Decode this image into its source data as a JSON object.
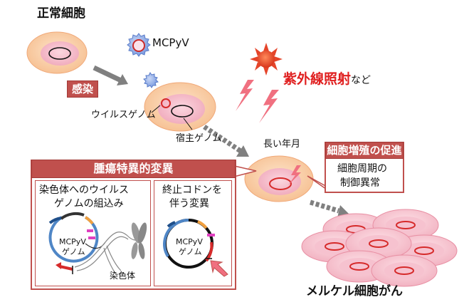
{
  "labels": {
    "normal_cell": "正常細胞",
    "virus_name": "MCPyV",
    "infection": "感染",
    "viral_genome": "ウイルスゲノム",
    "host_genome": "宿主ゲノム",
    "uv_main": "紫外線照射",
    "uv_suffix": "など",
    "long_years": "長い年月",
    "proliferation_badge": "細胞増殖の促進",
    "cell_cycle_line1": "細胞周期の",
    "cell_cycle_line2": "制御異常",
    "tumor_badge": "腫瘍特異的変異",
    "integration_line1": "染色体へのウイルス",
    "integration_line2": "ゲノムの組込み",
    "stop_codon_line1": "終止コドンを",
    "stop_codon_line2": "伴う変異",
    "inset1_genome_line1": "MCPyV",
    "inset1_genome_line2": "ゲノム",
    "chromosome": "染色体",
    "inset2_genome_line1": "MCPyV",
    "inset2_genome_line2": "ゲノム",
    "merkel": "メルケル細胞がん"
  },
  "colors": {
    "cell_outer": "#f7c9a0",
    "cell_inner": "#f4b6c6",
    "accent_red": "#c0504d",
    "virus_blue": "#6e8fd8",
    "sun_red": "#e5452a",
    "lightning_pink": "#f07080",
    "arrow_gray": "#808080",
    "genome_blue": "#4f86c6",
    "genome_magenta": "#e040c0",
    "genome_orange": "#f0a040"
  }
}
